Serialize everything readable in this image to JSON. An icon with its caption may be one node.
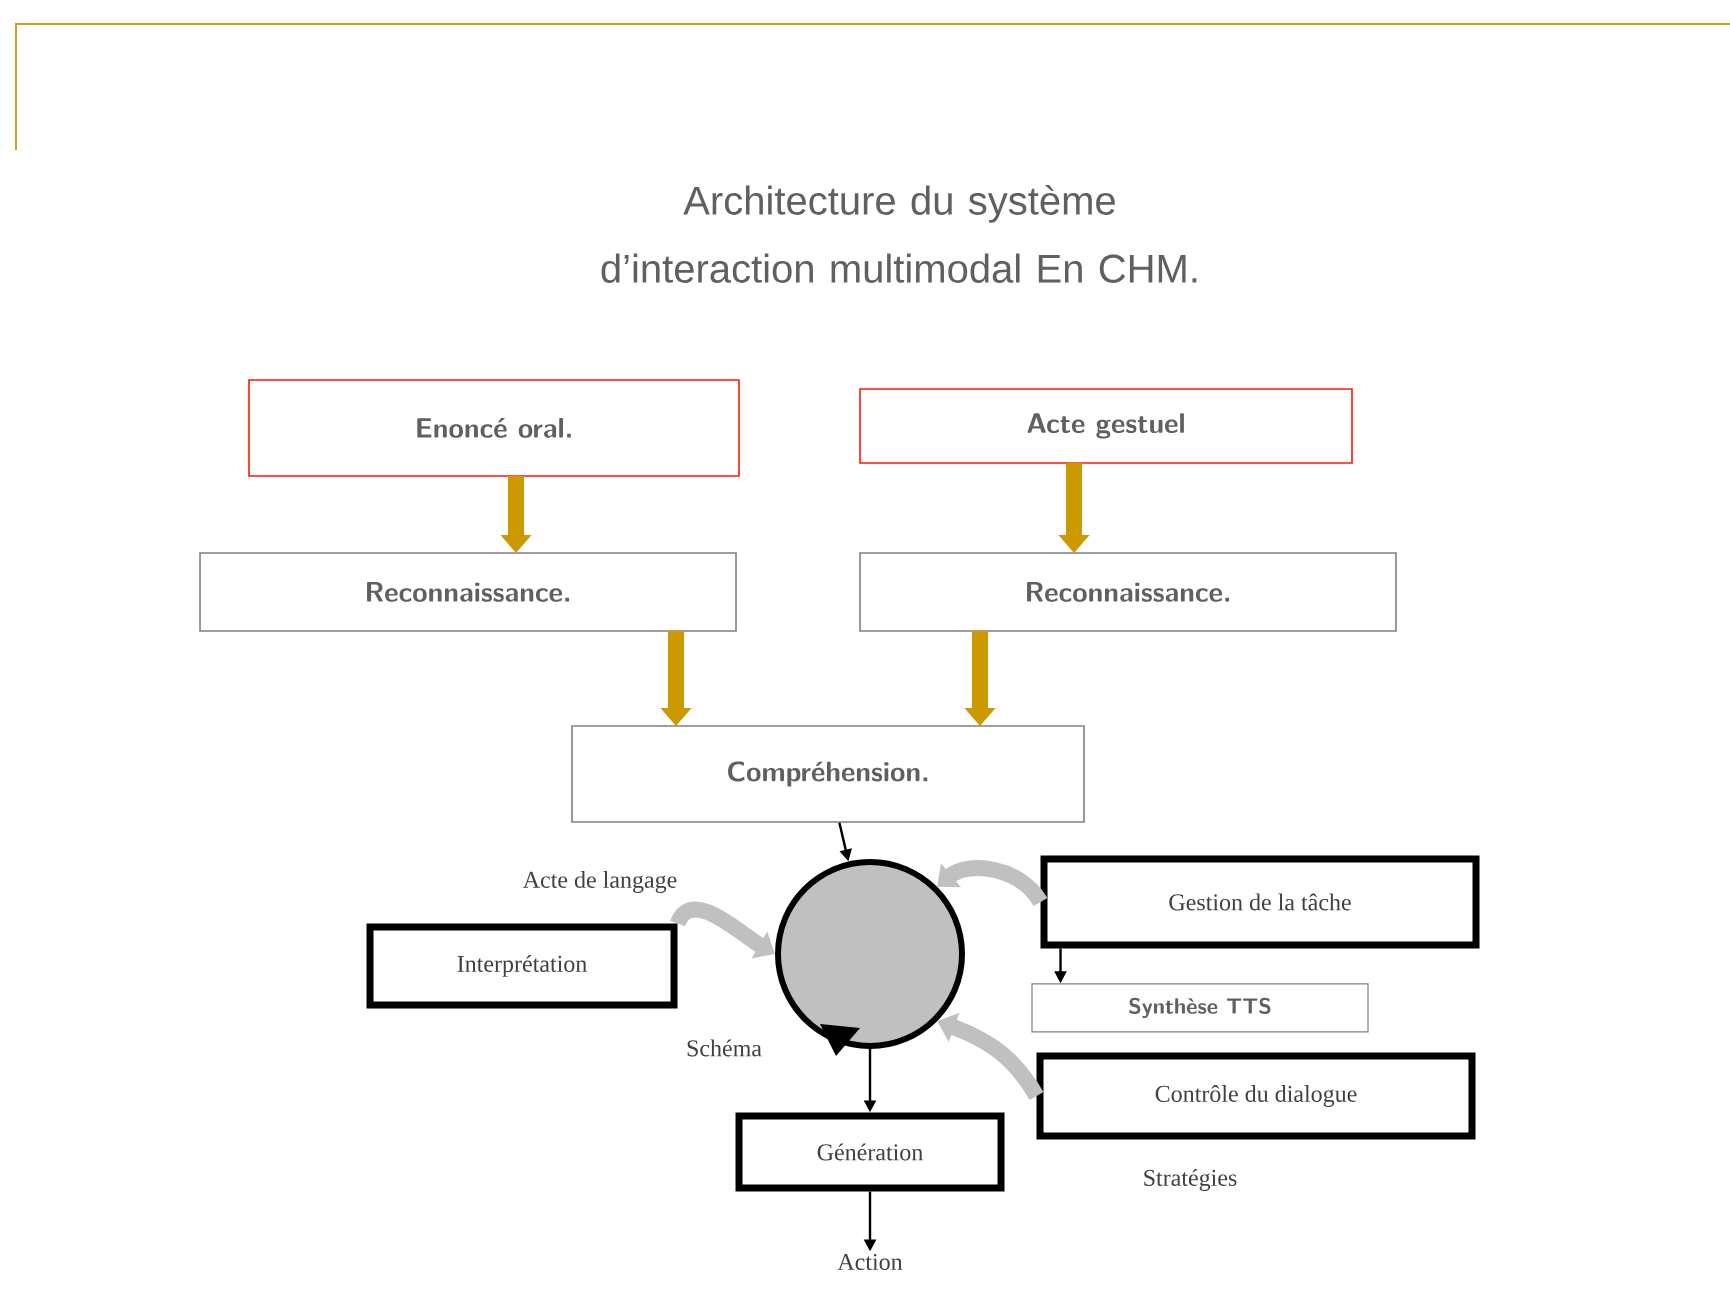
{
  "diagram": {
    "title": "Architecture du système d’interaction multimodal En CHM.",
    "nodes": [
      {
        "text": [
          "Enoncé oral."
        ]
      },
      {
        "text": [
          "Acte gestuel"
        ]
      },
      {
        "text": [
          "Reconnaissance."
        ]
      },
      {
        "text": [
          "Reconnaissance."
        ]
      },
      {
        "text": [
          "Compréhension."
        ]
      },
      {
        "text": [],
        "shape": "circle"
      },
      {
        "text": [
          "Interprétation"
        ]
      },
      {
        "text": [
          "Gestion de la tâche"
        ]
      },
      {
        "text": [
          "Contrôle du dialogue"
        ]
      },
      {
        "text": [
          "Synthèse TTS"
        ]
      },
      {
        "text": [
          "Génération"
        ]
      },
      {
        "text": [
          "Action"
        ]
      }
    ],
    "edges": [
      {
        "from": 0,
        "to": 2,
        "arrow": "to",
        "color": "#cc9900"
      },
      {
        "from": 1,
        "to": 3,
        "arrow": "to",
        "color": "#cc9900"
      },
      {
        "from": 2,
        "to": 4,
        "arrow": "to",
        "color": "#cc9900"
      },
      {
        "from": 3,
        "to": 4,
        "arrow": "to",
        "color": "#cc9900"
      },
      {
        "from": 4,
        "to": 5,
        "arrow": "to",
        "color": "#000000"
      },
      {
        "from": 6,
        "to": 5,
        "arrow": "to",
        "color": "#c0c0c0"
      },
      {
        "from": 7,
        "to": 5,
        "arrow": "to",
        "color": "#c0c0c0"
      },
      {
        "from": 8,
        "to": 5,
        "arrow": "to",
        "color": "#c0c0c0"
      },
      {
        "from": 7,
        "to": 9,
        "arrow": "to",
        "color": "#000000"
      },
      {
        "from": 5,
        "to": 10,
        "arrow": "to",
        "color": "#000000"
      },
      {
        "from": 10,
        "to": 11,
        "arrow": "to",
        "color": "#000000"
      }
    ],
    "labels": [
      "Acte de langage",
      "Schéma",
      "Stratégies"
    ]
  }
}
